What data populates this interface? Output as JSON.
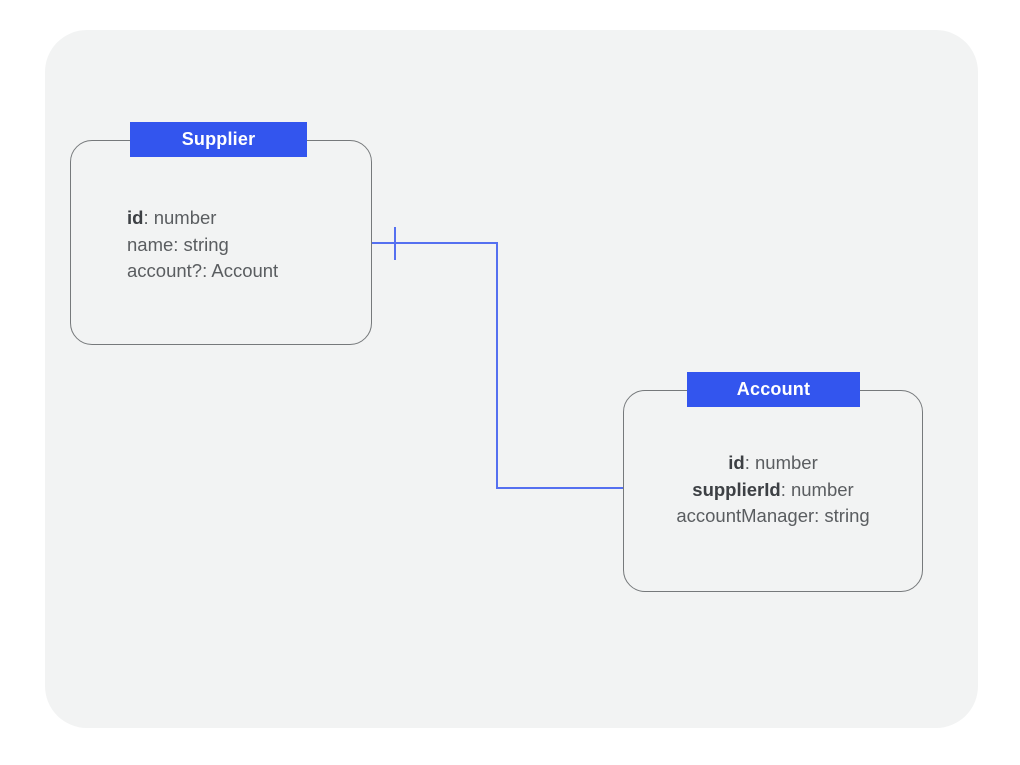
{
  "diagram": {
    "type": "entity-relationship-diagram",
    "page_background": "#ffffff",
    "panel_background": "#f2f3f3",
    "accent_color": "#3355ee",
    "connector_color": "#5570f0",
    "entity_border_color": "#76797b",
    "attribute_text_color": "#5a5d60",
    "key_text_color": "#3d4044",
    "entities": [
      {
        "name": "Supplier",
        "title": "Supplier",
        "title_color": "#ffffff",
        "header_color": "#3355ee",
        "attribute_align": "left",
        "attributes": [
          {
            "key": "id",
            "bold": true,
            "rest": ": number",
            "type": "number",
            "is_key": true
          },
          {
            "key": "name",
            "bold": false,
            "rest": ": string",
            "type": "string",
            "is_key": false
          },
          {
            "key": "account?",
            "bold": false,
            "rest": ": Account",
            "type": "Account",
            "is_key": false
          }
        ]
      },
      {
        "name": "Account",
        "title": "Account",
        "title_color": "#ffffff",
        "header_color": "#3355ee",
        "attribute_align": "center",
        "attributes": [
          {
            "key": "id",
            "bold": true,
            "rest": ": number",
            "type": "number",
            "is_key": true
          },
          {
            "key": "supplierId",
            "bold": true,
            "rest": ": number",
            "type": "number",
            "is_key": true
          },
          {
            "key": "accountManager",
            "bold": false,
            "rest": ": string",
            "type": "string",
            "is_key": false
          }
        ]
      }
    ],
    "relationships": [
      {
        "name": "supplier-account-relation",
        "from": "Supplier",
        "to": "Account",
        "from_notation": "one",
        "to_notation": "plain",
        "color": "#5570f0"
      }
    ]
  }
}
